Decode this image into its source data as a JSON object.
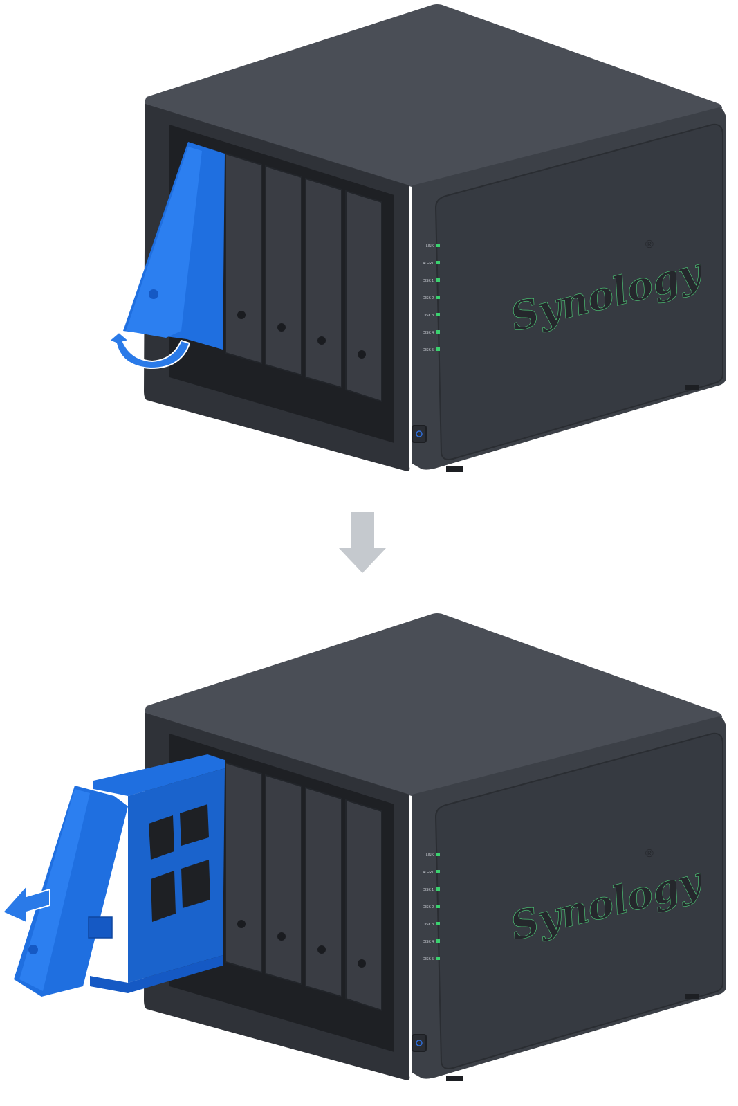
{
  "brand": "Synology",
  "registered_mark": "®",
  "led_labels": [
    "LINK",
    "ALERT",
    "DISK 1",
    "DISK 2",
    "DISK 3",
    "DISK 4",
    "DISK 5"
  ],
  "colors": {
    "chassis_top": "#464a52",
    "chassis_front": "#2e3137",
    "chassis_side": "#3b3f46",
    "tray": "#1f6fe0",
    "arrow_blue": "#2a7ae8",
    "step_arrow": "#c5c9ce",
    "led": "#3bd16f"
  },
  "icons": [
    "lift-arrow-icon",
    "step-down-arrow-icon",
    "pull-out-arrow-icon",
    "power-button-icon"
  ]
}
